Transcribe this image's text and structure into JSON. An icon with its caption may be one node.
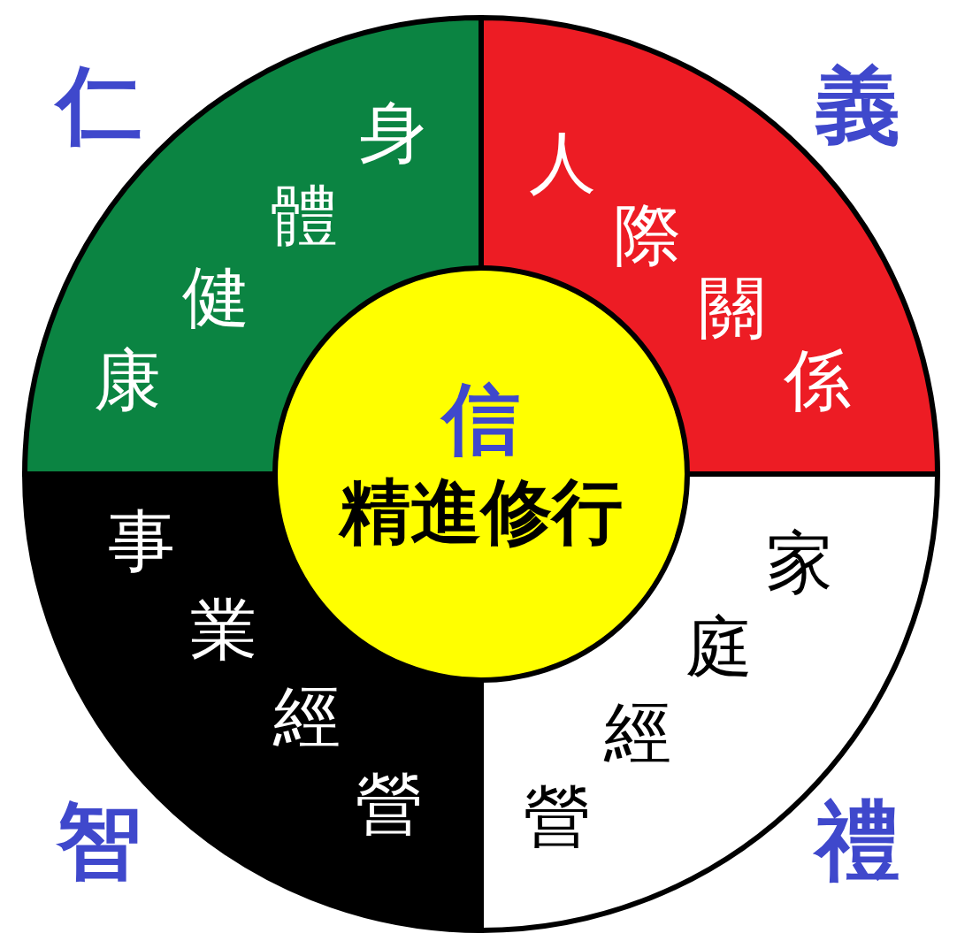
{
  "diagram": {
    "nodes": [
      {
        "text": [
          "身體健康"
        ]
      },
      {
        "text": [
          "人際關係"
        ]
      },
      {
        "text": [
          "家庭經營"
        ]
      },
      {
        "text": [
          "事業經營"
        ]
      },
      {
        "text": [
          "信",
          "精進修行"
        ]
      }
    ],
    "edges": [],
    "labels": [
      "仁",
      "義",
      "智",
      "禮"
    ]
  }
}
